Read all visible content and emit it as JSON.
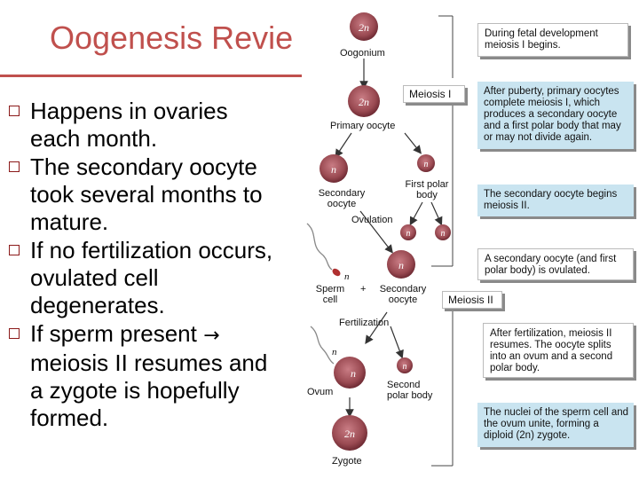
{
  "slide": {
    "title": "Oogenesis Revie",
    "bullets": [
      {
        "text": "Happens in ovaries each month."
      },
      {
        "text": "The secondary oocyte took several months to mature."
      },
      {
        "text": "If no fertilization occurs, ovulated cell degenerates."
      },
      {
        "text_before": "If sperm present",
        "arrow": "→",
        "text_after": "meiosis II resumes and a zygote is hopefully formed."
      }
    ]
  },
  "diagram": {
    "cells": {
      "oogonium_ploidy": "2n",
      "primary_ploidy": "2n",
      "secondary_ploidy": "n",
      "first_polar_ploidy": "n",
      "polar_div1": "n",
      "polar_div2": "n",
      "ovulated_ploidy": "n",
      "sperm_ploidy": "n",
      "ovum_sperm_ploidy": "n",
      "ovum_ploidy": "n",
      "second_polar_ploidy": "n",
      "zygote_ploidy": "2n"
    },
    "labels": {
      "oogonium": "Oogonium",
      "primary_oocyte": "Primary oocyte",
      "secondary_oocyte": "Secondary oocyte",
      "first_polar_body": "First polar body",
      "ovulation": "Ovulation",
      "sperm_cell": "Sperm cell",
      "plus": "+",
      "secondary_oocyte_2": "Secondary oocyte",
      "fertilization": "Fertilization",
      "ovum": "Ovum",
      "second_polar_body": "Second polar body",
      "zygote": "Zygote",
      "meiosis_1": "Meiosis I",
      "meiosis_2": "Meiosis II"
    },
    "notes": [
      "During fetal development meiosis I begins.",
      "After puberty, primary oocytes complete meiosis I, which produces a secondary oocyte and a first polar body that may or may not divide again.",
      "The secondary oocyte begins meiosis II.",
      "A secondary oocyte (and first polar body) is ovulated.",
      "After fertilization, meiosis II resumes. The oocyte splits into an ovum and a second polar body.",
      "The nuclei of the sperm cell and the ovum unite, forming a diploid (2n) zygote."
    ],
    "colors": {
      "cell_fill": "#9a4a52",
      "cell_nucleus": "#5a1f28",
      "note_blue": "#c9e4f0",
      "title_red": "#c0504d"
    }
  }
}
